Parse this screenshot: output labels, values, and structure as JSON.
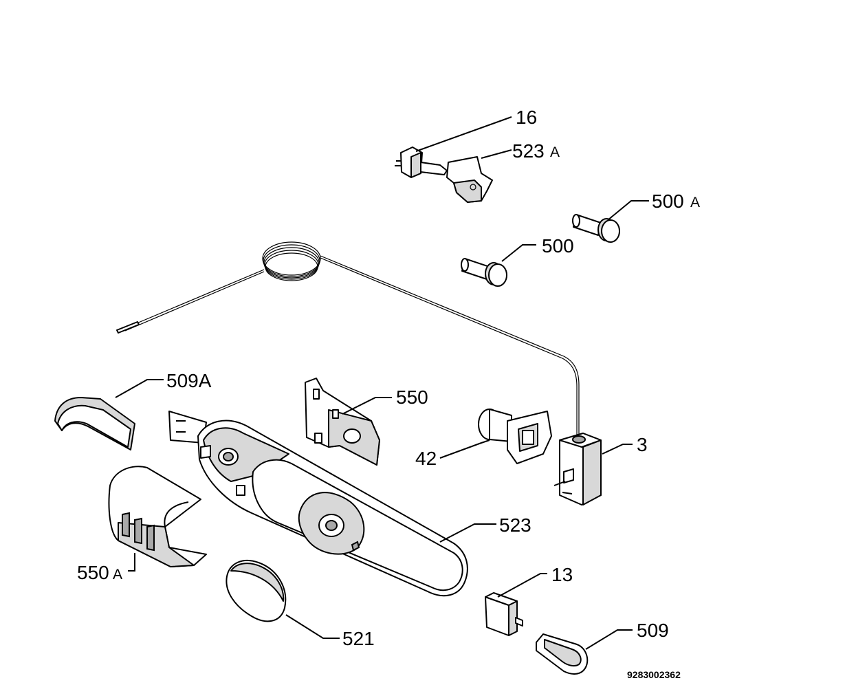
{
  "labels": {
    "p16": "16",
    "p523a": "523",
    "p523a_suffix": "A",
    "p500a": "500",
    "p500a_suffix": "A",
    "p500": "500",
    "p509a": "509A",
    "p550": "550",
    "p42": "42",
    "p3": "3",
    "p523": "523",
    "p550a": "550",
    "p550a_suffix": "A",
    "p13": "13",
    "p521": "521",
    "p509": "509"
  },
  "drawing_number": "9283002362"
}
